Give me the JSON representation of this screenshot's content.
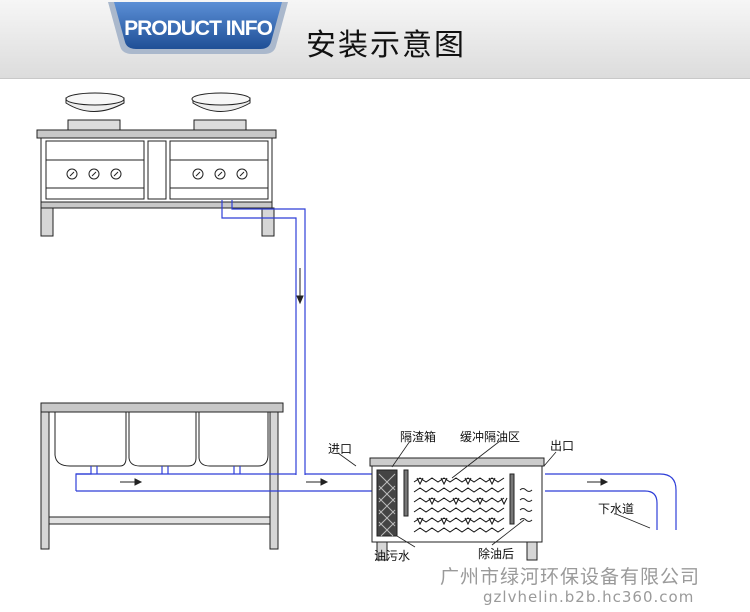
{
  "header": {
    "badge_text": "PRODUCT INFO",
    "title": "安装示意图"
  },
  "labels": {
    "inlet": "进口",
    "slag_box": "隔渣箱",
    "buffer_oil_zone": "缓冲隔油区",
    "outlet": "出口",
    "sewer": "下水道",
    "oily_water": "油污水",
    "after_oil_removal": "除油后"
  },
  "footer": {
    "company": "广州市绿河环保设备有限公司",
    "website": "gzlvhelin.b2b.hc360.com"
  },
  "colors": {
    "pipe": "#2f3fd8",
    "line": "#222222",
    "badge": "#2a5fa8",
    "watermark": "#9a9a9a"
  }
}
